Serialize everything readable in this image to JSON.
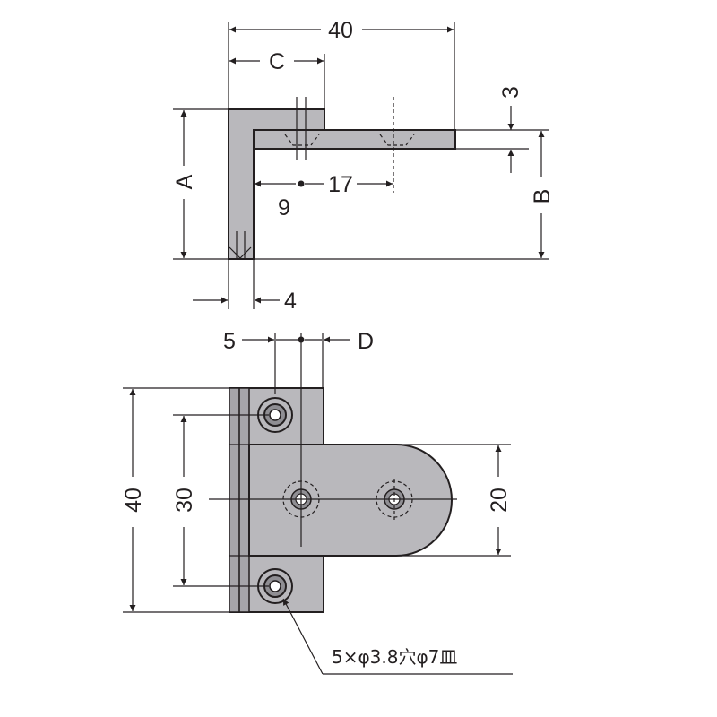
{
  "side_view": {
    "dim_overall_width": "40",
    "dim_c": "C",
    "dim_a": "A",
    "dim_b": "B",
    "dim_thickness": "3",
    "dim_hole_offset": "9",
    "dim_hole_pitch": "17",
    "dim_leg_thickness": "4"
  },
  "front_view": {
    "dim_hole_edge": "5",
    "dim_d": "D",
    "dim_height": "40",
    "dim_hole_pitch_vertical": "30",
    "dim_tab_height": "20",
    "hole_note": "5×φ3.8穴φ7皿"
  },
  "colors": {
    "part_fill": "#b9b8bc",
    "line": "#231f20"
  }
}
